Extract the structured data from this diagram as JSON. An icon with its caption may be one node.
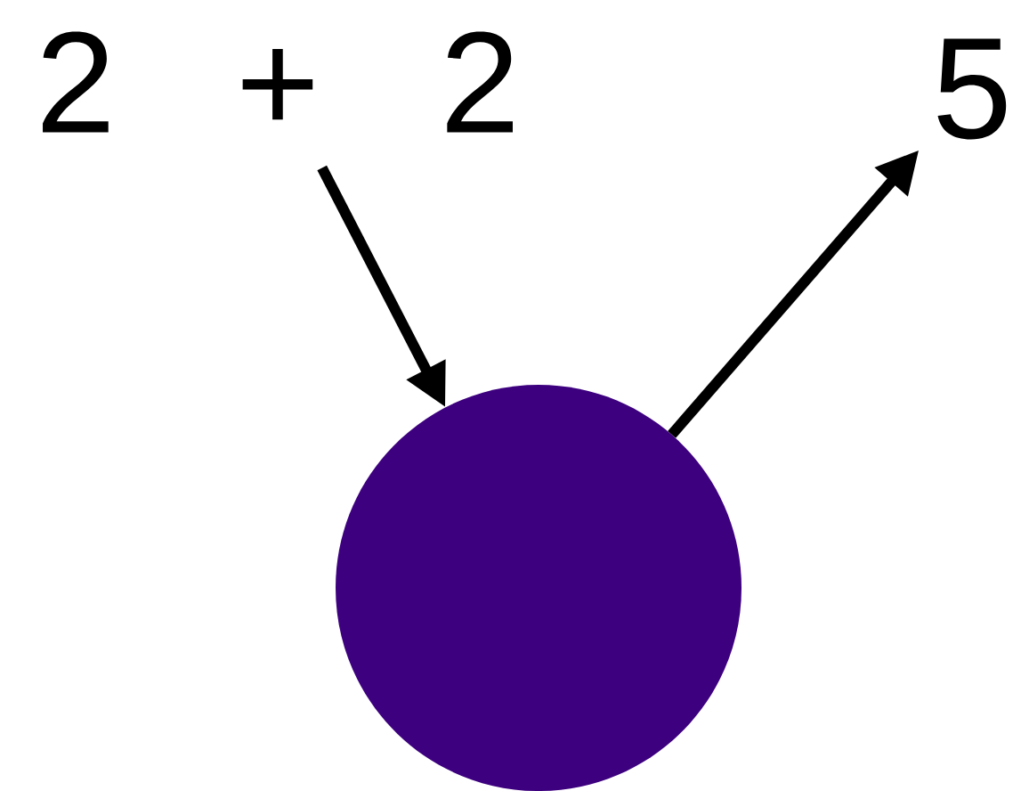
{
  "diagram": {
    "nodes": [
      {
        "text": [
          "2 + 2"
        ]
      },
      {
        "text": [],
        "shape": "circle"
      },
      {
        "text": [
          "5"
        ]
      }
    ],
    "edges": [
      {
        "from": 0,
        "to": 1,
        "arrow": "to"
      },
      {
        "from": 1,
        "to": 2,
        "arrow": "to"
      }
    ]
  }
}
